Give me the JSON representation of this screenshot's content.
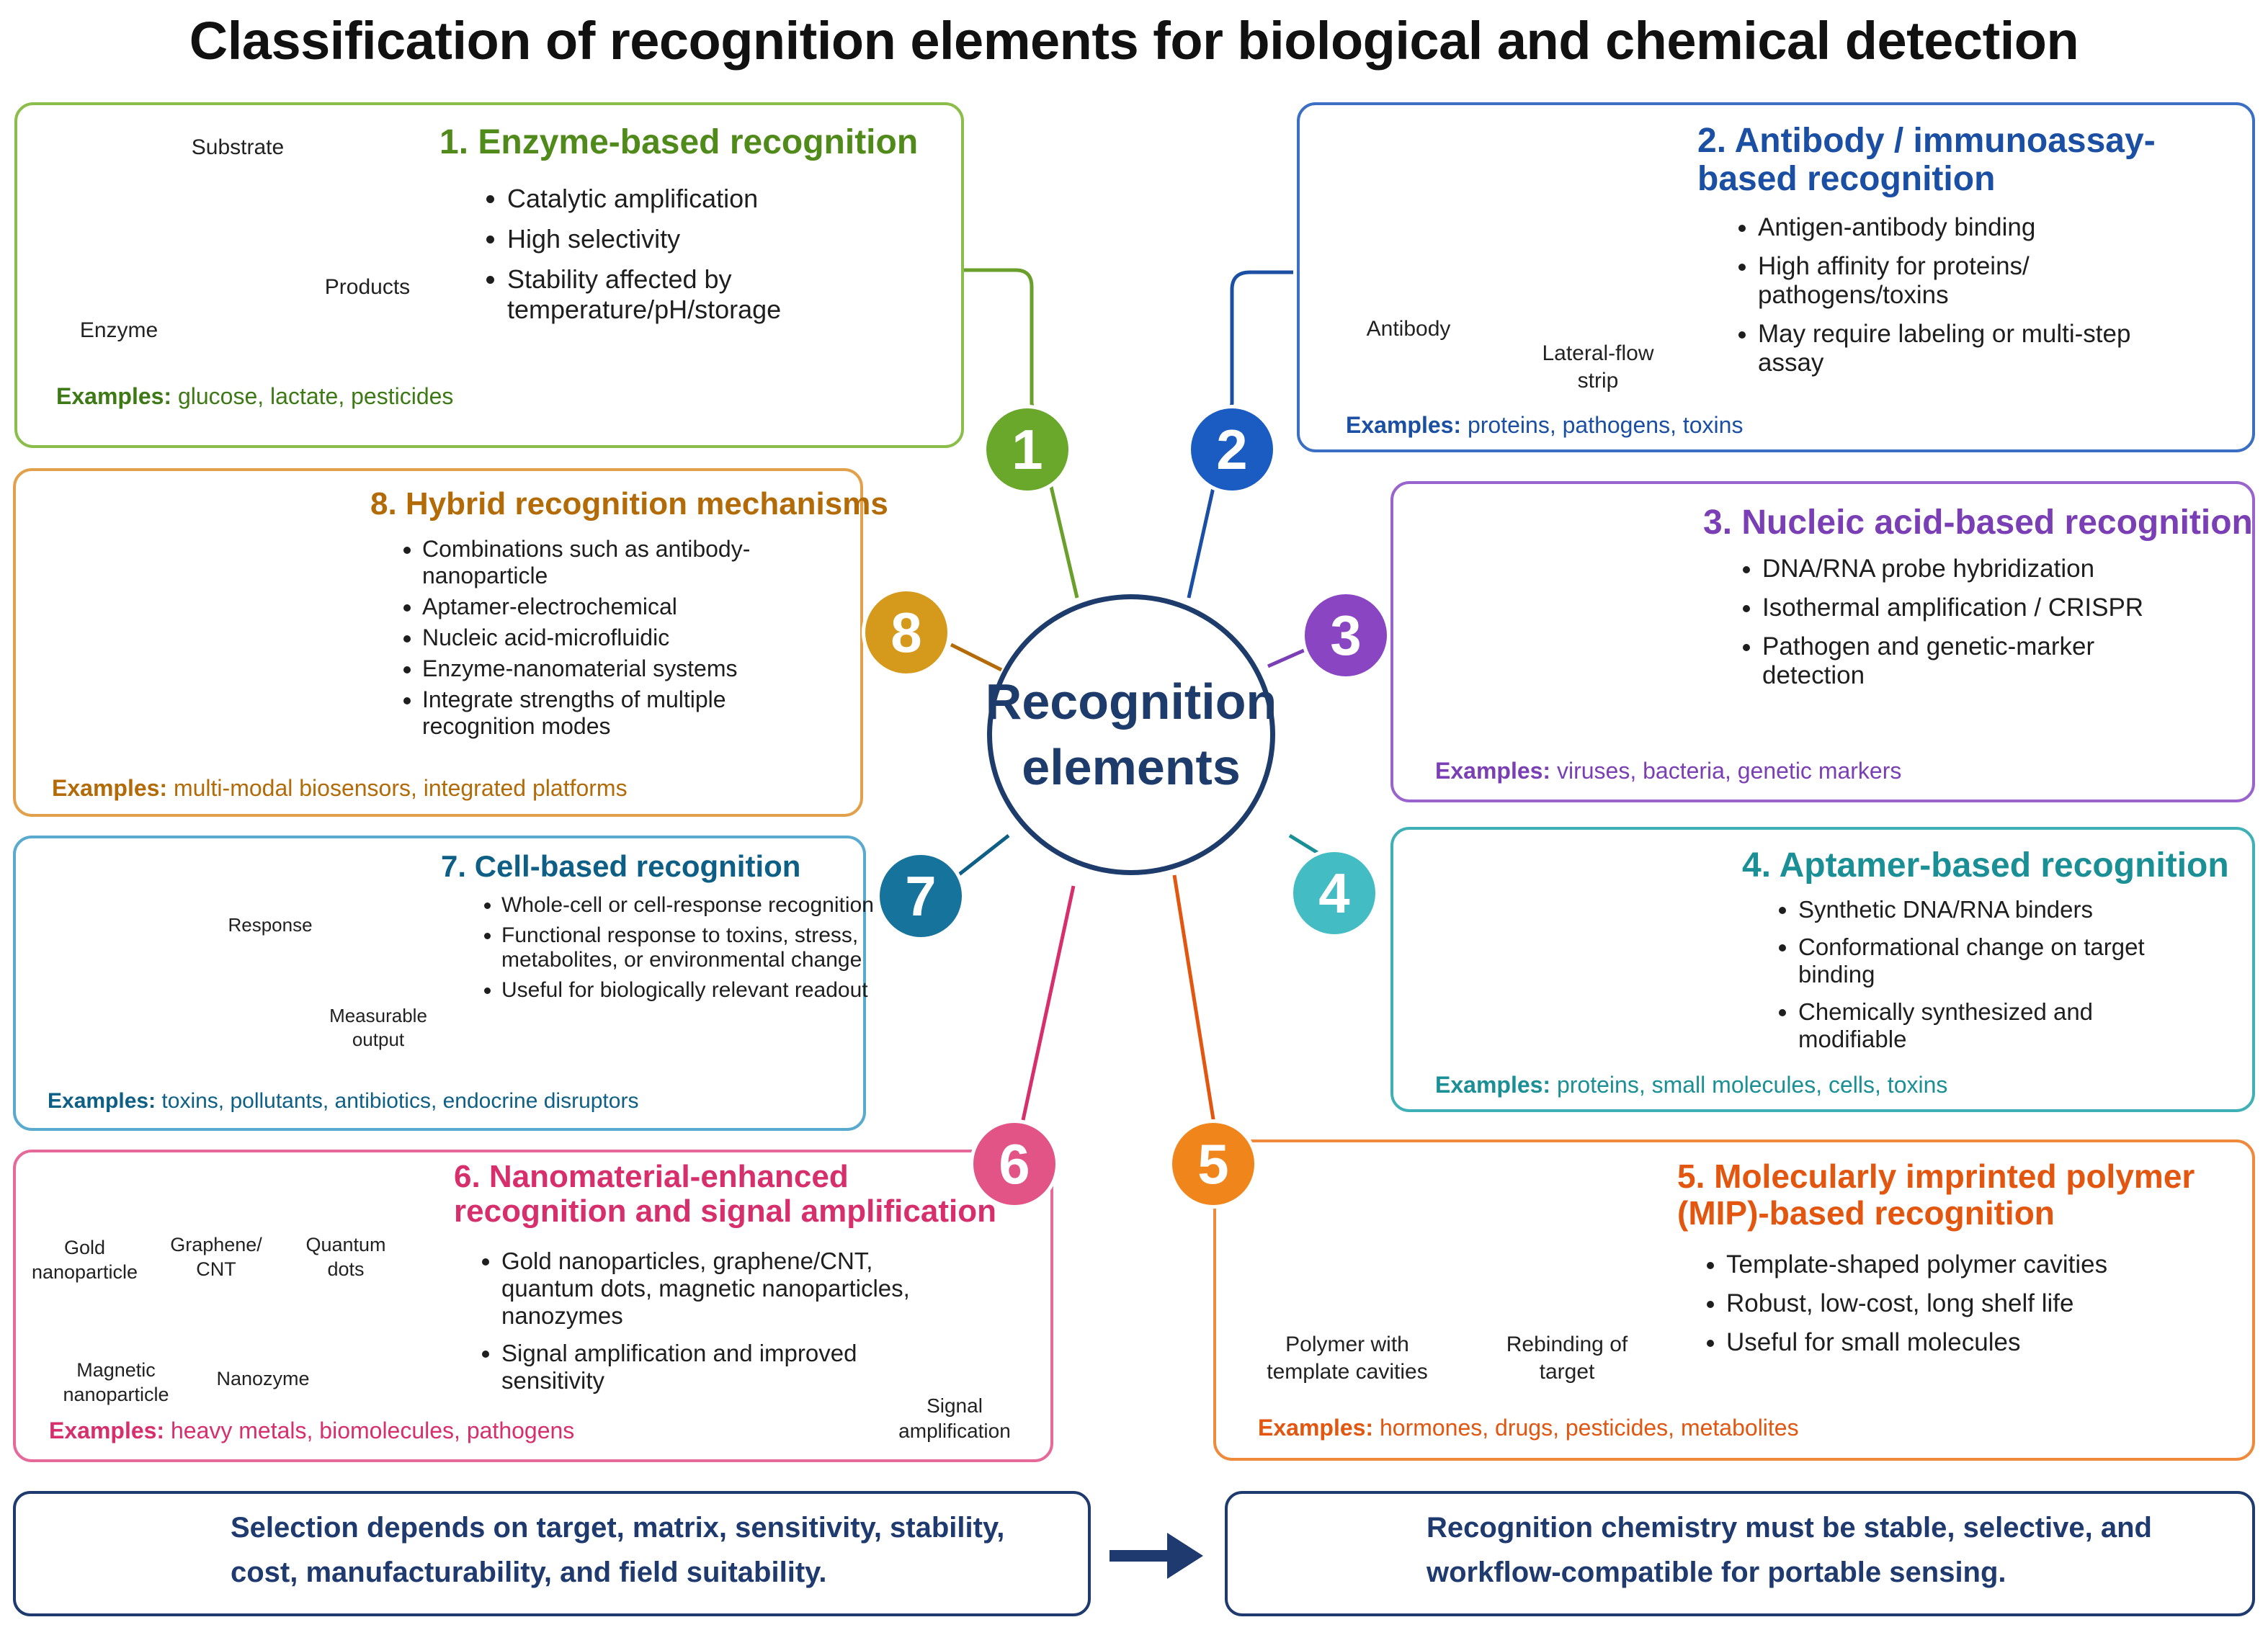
{
  "title": "Classification of recognition elements for biological and chemical detection",
  "center_label": "Recognition elements",
  "colors": {
    "enzyme": "#5a8f22",
    "antibody": "#1b4fa3",
    "nucleic": "#7b3fb5",
    "aptamer": "#1a8f96",
    "mip": "#e2560f",
    "nano": "#d62f6b",
    "cell": "#0e5f86",
    "hybrid": "#b36b08",
    "center": "#1d3c6b"
  },
  "badges": [
    "1",
    "2",
    "3",
    "4",
    "5",
    "6",
    "7",
    "8"
  ],
  "enzyme": {
    "title": "1. Enzyme-based recognition",
    "bullets": [
      "Catalytic amplification",
      "High selectivity",
      "Stability affected by temperature/pH/storage"
    ],
    "examples_label": "Examples:",
    "examples": "glucose, lactate, pesticides",
    "labels": {
      "substrate": "Substrate",
      "products": "Products",
      "enzyme": "Enzyme"
    }
  },
  "antibody": {
    "title": "2. Antibody / immunoassay-based recognition",
    "bullets": [
      "Antigen-antibody binding",
      "High affinity for proteins/ pathogens/toxins",
      "May require labeling or multi-step assay"
    ],
    "examples_label": "Examples:",
    "examples": "proteins, pathogens, toxins",
    "labels": {
      "antibody": "Antibody",
      "strip": "Lateral-flow strip"
    }
  },
  "nucleic": {
    "title": "3. Nucleic acid-based recognition",
    "bullets": [
      "DNA/RNA probe hybridization",
      "Isothermal amplification / CRISPR",
      "Pathogen and genetic-marker detection"
    ],
    "examples_label": "Examples:",
    "examples": "viruses, bacteria, genetic markers"
  },
  "aptamer": {
    "title": "4. Aptamer-based recognition",
    "bullets": [
      "Synthetic DNA/RNA binders",
      "Conformational change on target binding",
      "Chemically synthesized and modifiable"
    ],
    "examples_label": "Examples:",
    "examples": "proteins, small molecules, cells, toxins"
  },
  "mip": {
    "title": "5. Molecularly imprinted polymer (MIP)-based recognition",
    "bullets": [
      "Template-shaped polymer cavities",
      "Robust, low-cost, long shelf life",
      "Useful for small molecules"
    ],
    "examples_label": "Examples:",
    "examples": "hormones, drugs, pesticides, metabolites",
    "labels": {
      "polymer": "Polymer with template cavities",
      "rebinding": "Rebinding of target"
    }
  },
  "nano": {
    "title": "6. Nanomaterial-enhanced recognition and signal amplification",
    "bullets": [
      "Gold nanoparticles, graphene/CNT, quantum dots, magnetic nanoparticles, nanozymes",
      "Signal amplification and improved sensitivity"
    ],
    "examples_label": "Examples:",
    "examples": "heavy metals, biomolecules, pathogens",
    "labels": {
      "gold": "Gold nanoparticle",
      "graphene": "Graphene/ CNT",
      "qdots": "Quantum dots",
      "magnetic": "Magnetic nanoparticle",
      "nanozyme": "Nanozyme",
      "signal": "Signal amplification"
    }
  },
  "cell": {
    "title": "7. Cell-based recognition",
    "bullets": [
      "Whole-cell or cell-response recognition",
      "Functional response to toxins, stress, metabolites, or environmental change",
      "Useful for biologically relevant readout"
    ],
    "examples_label": "Examples:",
    "examples": "toxins, pollutants, antibiotics, endocrine disruptors",
    "labels": {
      "response": "Response",
      "output": "Measurable output"
    }
  },
  "hybrid": {
    "title": "8. Hybrid recognition mechanisms",
    "bullets": [
      "Combinations such as antibody-nanoparticle",
      "Aptamer-electrochemical",
      "Nucleic acid-microfluidic",
      "Enzyme-nanomaterial systems",
      "Integrate strengths of multiple recognition modes"
    ],
    "examples_label": "Examples:",
    "examples": "multi-modal biosensors, integrated platforms"
  },
  "bottom": {
    "left": "Selection depends on target, matrix, sensitivity, stability, cost, manufacturability, and field suitability.",
    "right": "Recognition chemistry must be stable, selective, and workflow-compatible for portable sensing.",
    "left_icon": "clipboard-checklist-icon",
    "arrow_icon": "arrow-right-icon",
    "right_icon": "shield-check-icon"
  }
}
